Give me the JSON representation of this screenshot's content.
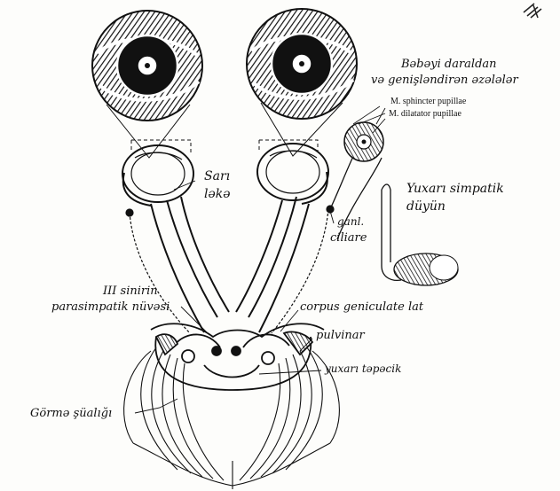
{
  "labels": {
    "pupil_muscles_line1": "Bəbəyi daraldan",
    "pupil_muscles_line2": "və genişləndirən əzələlər",
    "sphincter": "M. sphincter pupillae",
    "dilatator": "M. dilatator pupillae",
    "yellow_spot_line1": "Sarı",
    "yellow_spot_line2": "ləkə",
    "sympathetic_line1": "Yuxarı simpatik",
    "sympathetic_line2": "düyün",
    "ganglion_line1": "ganl.",
    "ganglion_line2": "ciliare",
    "nucleus_line1": "III sinirin",
    "nucleus_line2": "parasimpatik nüvəsi",
    "geniculate": "corpus geniculate lat",
    "pulvinar": "pulvinar",
    "colliculus": "yuxarı təpəcik",
    "optic_radiation": "Görmə şüalığı"
  },
  "colors": {
    "ink": "#111111",
    "paper": "#fdfdfb"
  }
}
